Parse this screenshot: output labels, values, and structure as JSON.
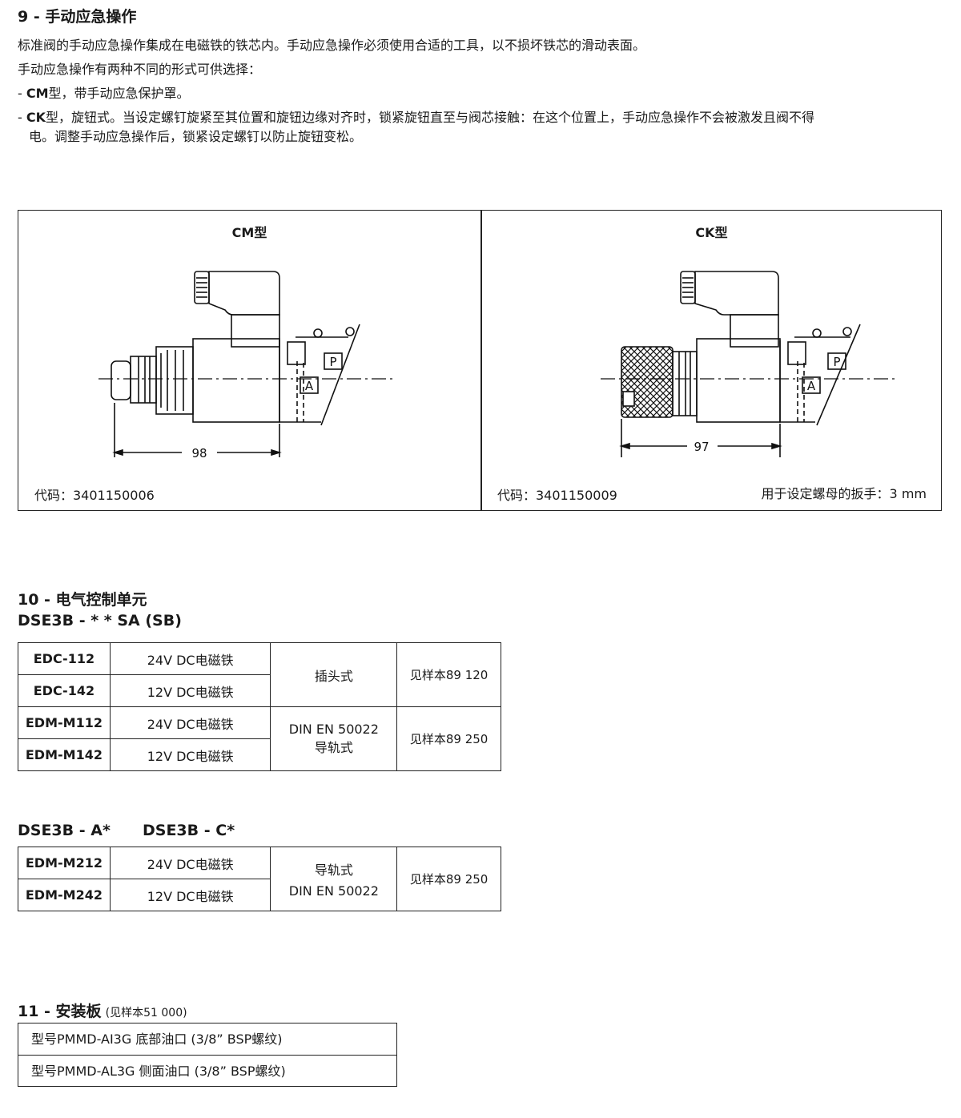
{
  "section9": {
    "heading": "9 - 手动应急操作",
    "p1": "标准阀的手动应急操作集成在电磁铁的铁芯内。手动应急操作必须使用合适的工具，以不损坏铁芯的滑动表面。",
    "p2": "手动应急操作有两种不同的形式可供选择：",
    "cm_code": "CM",
    "cm_text": "型，带手动应急保护罩。",
    "ck_code": "CK",
    "ck_text_1": "型，旋钮式。当设定螺钉旋紧至其位置和旋钮边缘对齐时，锁紧旋钮直至与阀芯接触：在这个位置上，手动应急操作不会被激发且阀不得",
    "ck_text_2": "电。调整手动应急操作后，锁紧设定螺钉以防止旋钮变松。"
  },
  "figure": {
    "left": {
      "caption": "CM型",
      "dimension": "98",
      "code": "代码：3401150006",
      "port_p": "P",
      "port_a": "A"
    },
    "right": {
      "caption": "CK型",
      "dimension": "97",
      "code": "代码：3401150009",
      "wrench_note": "用于设定螺母的扳手：3 mm",
      "port_p": "P",
      "port_a": "A"
    }
  },
  "section10": {
    "heading": "10 - 电气控制单元",
    "subheading": "DSE3B - * * SA (SB)",
    "table1": {
      "rows": [
        {
          "model": "EDC-112",
          "voltage": "24V DC电磁铁"
        },
        {
          "model": "EDC-142",
          "voltage": "12V DC电磁铁"
        },
        {
          "model": "EDM-M112",
          "voltage": "24V DC电磁铁"
        },
        {
          "model": "EDM-M142",
          "voltage": "12V DC电磁铁"
        }
      ],
      "group1_connector": "插头式",
      "group1_ref": "见样本89 120",
      "group2_connector_line1": "DIN EN 50022",
      "group2_connector_line2": "导轨式",
      "group2_ref": "见样本89 250"
    },
    "subheading2a": "DSE3B - A*",
    "subheading2b": "DSE3B - C*",
    "table2": {
      "rows": [
        {
          "model": "EDM-M212",
          "voltage": "24V DC电磁铁"
        },
        {
          "model": "EDM-M242",
          "voltage": "12V DC电磁铁"
        }
      ],
      "connector_line1": "导轨式",
      "connector_line2": "DIN EN 50022",
      "ref": "见样本89 250"
    }
  },
  "section11": {
    "heading": "11 - 安装板",
    "heading_note": "(见样本51 000)",
    "rows": [
      "型号PMMD-AI3G 底部油口 (3/8” BSP螺纹)",
      "型号PMMD-AL3G 侧面油口 (3/8” BSP螺纹)"
    ]
  }
}
